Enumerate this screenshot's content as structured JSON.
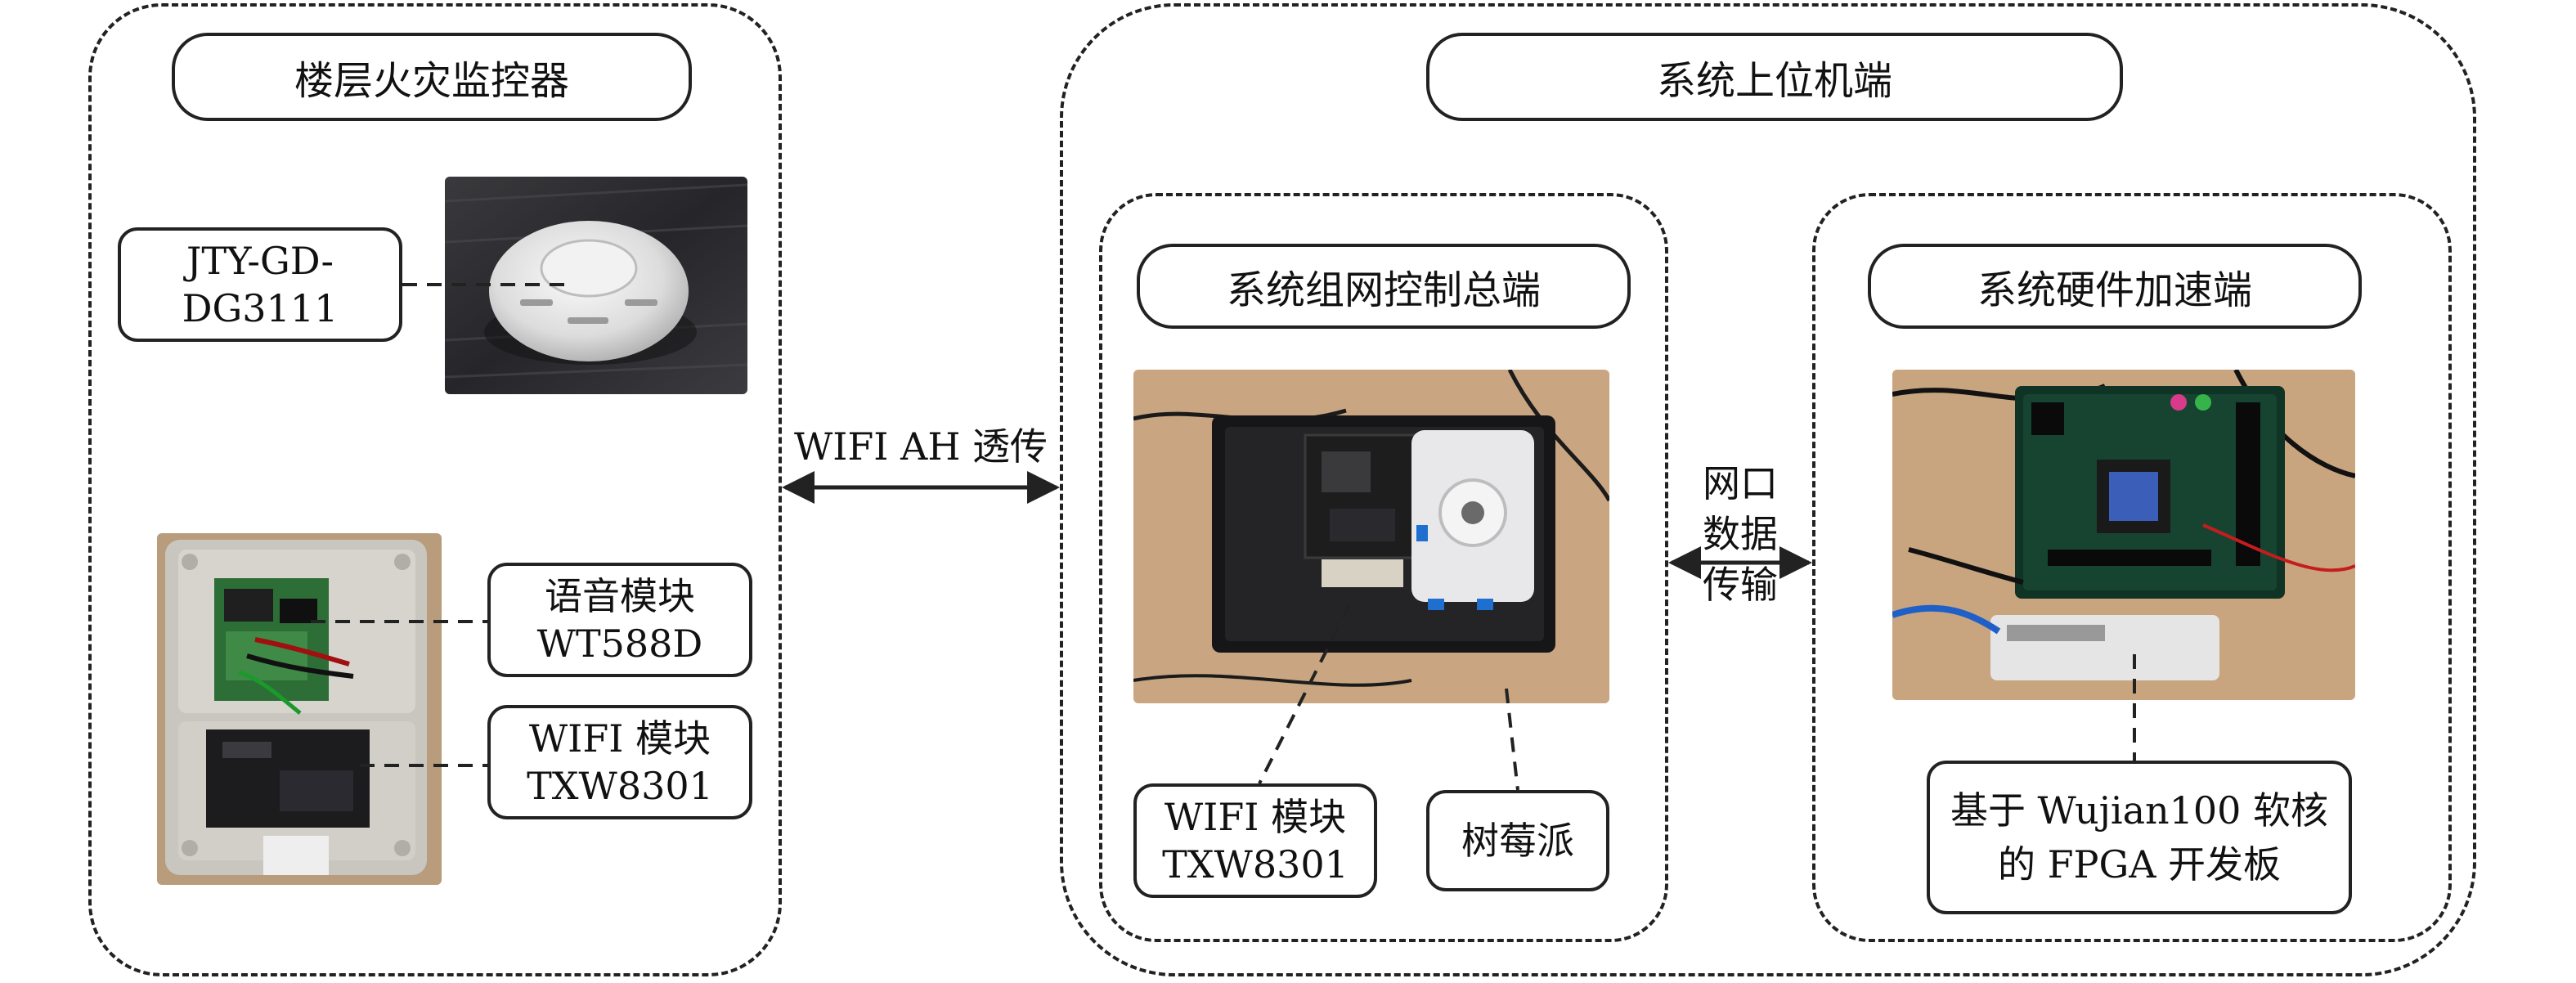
{
  "floor_group": {
    "title": "楼层火灾监控器",
    "smoke_detector_label": [
      "JTY-GD-",
      "DG3111"
    ],
    "voice_module_label": [
      "语音模块",
      "WT588D"
    ],
    "wifi_module_label": [
      "WIFI 模块",
      "TXW8301"
    ]
  },
  "link_wifi": "WIFI AH 透传",
  "host_group": {
    "title": "系统上位机端",
    "network_group": {
      "title": "系统组网控制总端",
      "wifi_module_label": [
        "WIFI 模块",
        "TXW8301"
      ],
      "raspberry_label": "树莓派"
    },
    "link_ethernet": [
      "网口",
      "数据",
      "传输"
    ],
    "accel_group": {
      "title": "系统硬件加速端",
      "fpga_label": [
        "基于 Wujian100 软核",
        "的 FPGA 开发板"
      ]
    }
  },
  "colors": {
    "line": "#222222",
    "photo_background_wood": "#c9a581",
    "photo_background_dark": "#2b2b2e"
  }
}
